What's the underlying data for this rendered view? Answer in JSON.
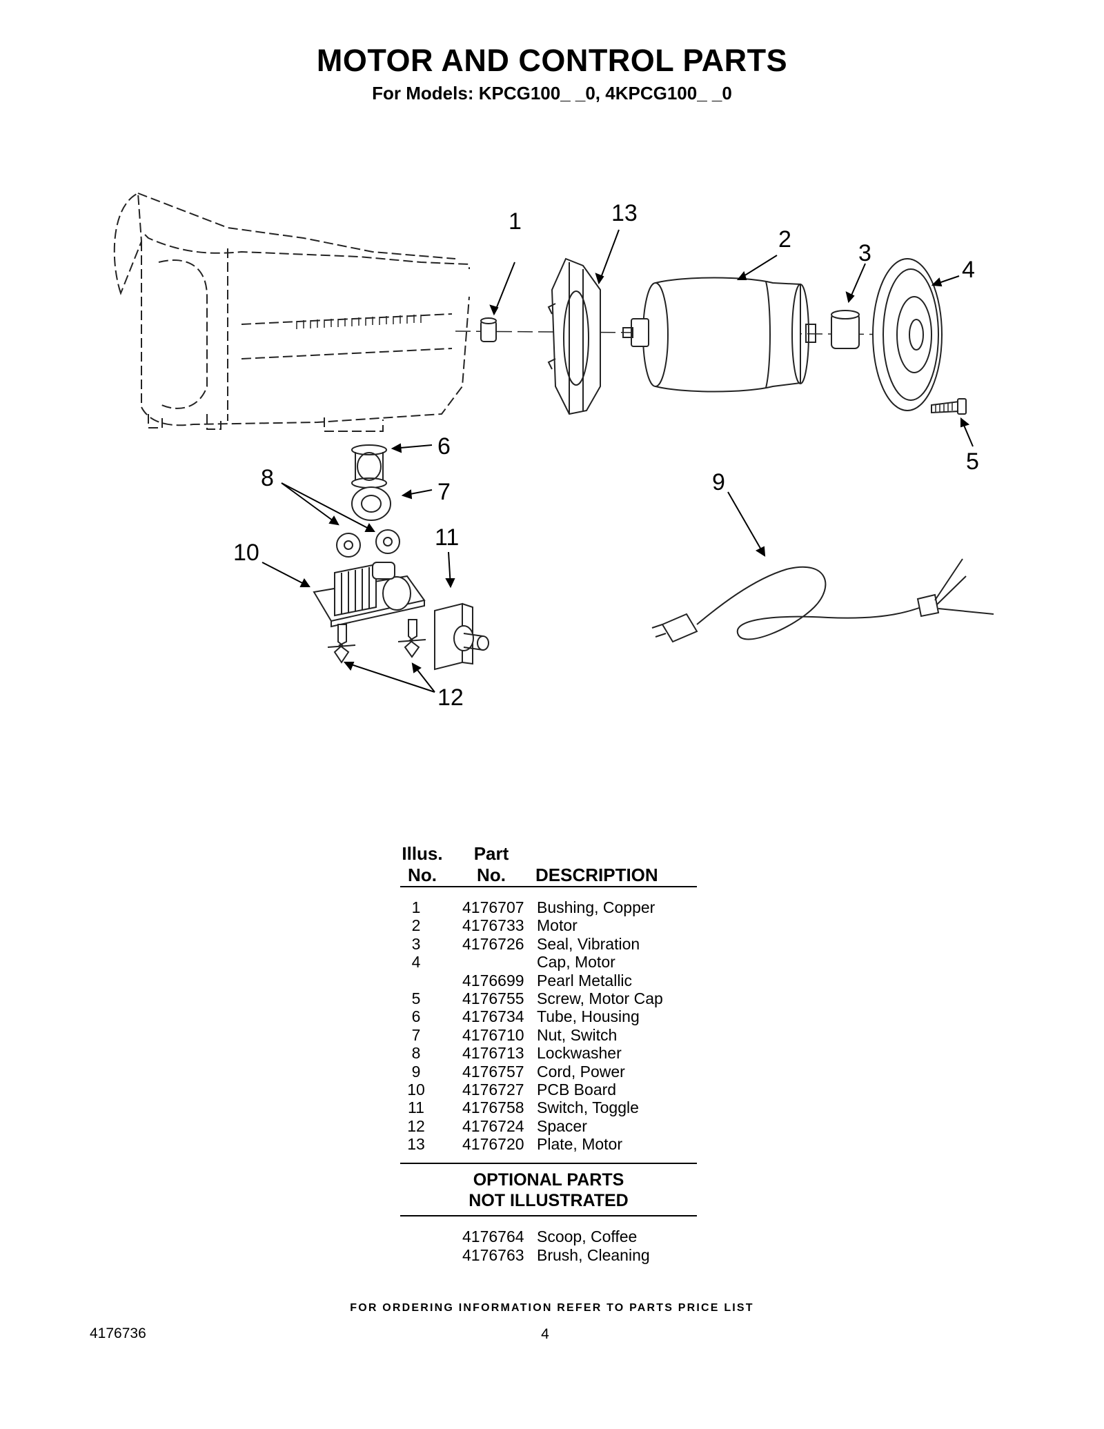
{
  "header": {
    "title": "MOTOR AND CONTROL PARTS",
    "subtitle": "For Models: KPCG100_ _0, 4KPCG100_ _0"
  },
  "diagram": {
    "callouts": [
      "1",
      "2",
      "3",
      "4",
      "5",
      "6",
      "7",
      "8",
      "9",
      "10",
      "11",
      "12",
      "13"
    ]
  },
  "table": {
    "headers": {
      "illus_line1": "Illus.",
      "illus_line2": "No.",
      "part_line1": "Part",
      "part_line2": "No.",
      "description": "DESCRIPTION"
    },
    "rows": [
      {
        "illus": "1",
        "part": "4176707",
        "desc": "Bushing, Copper"
      },
      {
        "illus": "2",
        "part": "4176733",
        "desc": "Motor"
      },
      {
        "illus": "3",
        "part": "4176726",
        "desc": "Seal, Vibration"
      },
      {
        "illus": "4",
        "part": "",
        "desc": "Cap, Motor"
      },
      {
        "illus": "",
        "part": "4176699",
        "desc": "Pearl Metallic"
      },
      {
        "illus": "5",
        "part": "4176755",
        "desc": "Screw, Motor Cap"
      },
      {
        "illus": "6",
        "part": "4176734",
        "desc": "Tube, Housing"
      },
      {
        "illus": "7",
        "part": "4176710",
        "desc": "Nut, Switch"
      },
      {
        "illus": "8",
        "part": "4176713",
        "desc": "Lockwasher"
      },
      {
        "illus": "9",
        "part": "4176757",
        "desc": "Cord, Power"
      },
      {
        "illus": "10",
        "part": "4176727",
        "desc": "PCB Board"
      },
      {
        "illus": "11",
        "part": "4176758",
        "desc": "Switch, Toggle"
      },
      {
        "illus": "12",
        "part": "4176724",
        "desc": "Spacer"
      },
      {
        "illus": "13",
        "part": "4176720",
        "desc": "Plate, Motor"
      }
    ],
    "optional": {
      "line1": "OPTIONAL PARTS",
      "line2": "NOT ILLUSTRATED",
      "rows": [
        {
          "part": "4176764",
          "desc": "Scoop, Coffee"
        },
        {
          "part": "4176763",
          "desc": "Brush, Cleaning"
        }
      ]
    }
  },
  "footer": {
    "note": "FOR ORDERING INFORMATION REFER TO PARTS PRICE LIST",
    "doc_number": "4176736",
    "page_number": "4"
  }
}
